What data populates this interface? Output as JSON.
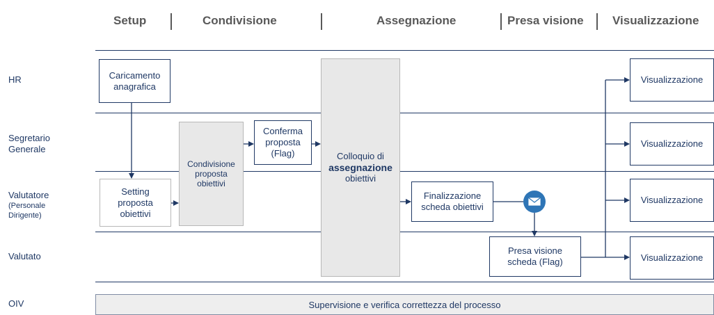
{
  "phases": [
    "Setup",
    "Condivisione",
    "Assegnazione",
    "Presa visione",
    "Visualizzazione"
  ],
  "roles": {
    "hr": "HR",
    "segretario": "Segretario\nGenerale",
    "valutatore": "Valutatore",
    "valutatore_sub": "(Personale\nDirigente)",
    "valutato": "Valutato",
    "oiv": "OIV"
  },
  "boxes": {
    "caricamento": "Caricamento\nanagrafica",
    "setting": "Setting\nproposta\nobiettivi",
    "condivisione": "Condivisione\nproposta\nobiettivi",
    "conferma": "Conferma\nproposta\n(Flag)",
    "colloquio_pre": "Colloquio di",
    "colloquio_bold": "assegnazione",
    "colloquio_post": "obiettivi",
    "finalizzazione": "Finalizzazione\nscheda obiettivi",
    "presa_visione": "Presa visione\nscheda (Flag)",
    "vis_hr": "Visualizzazione",
    "vis_segretario": "Visualizzazione",
    "vis_valutatore": "Visualizzazione",
    "vis_valutato": "Visualizzazione"
  },
  "oiv_bar": "Supervisione e verifica correttezza del processo",
  "colors": {
    "primary": "#1f3864",
    "envelope": "#2e75b6",
    "gray_box": "#e8e8e8"
  },
  "icons": {
    "notification": "envelope-icon"
  }
}
